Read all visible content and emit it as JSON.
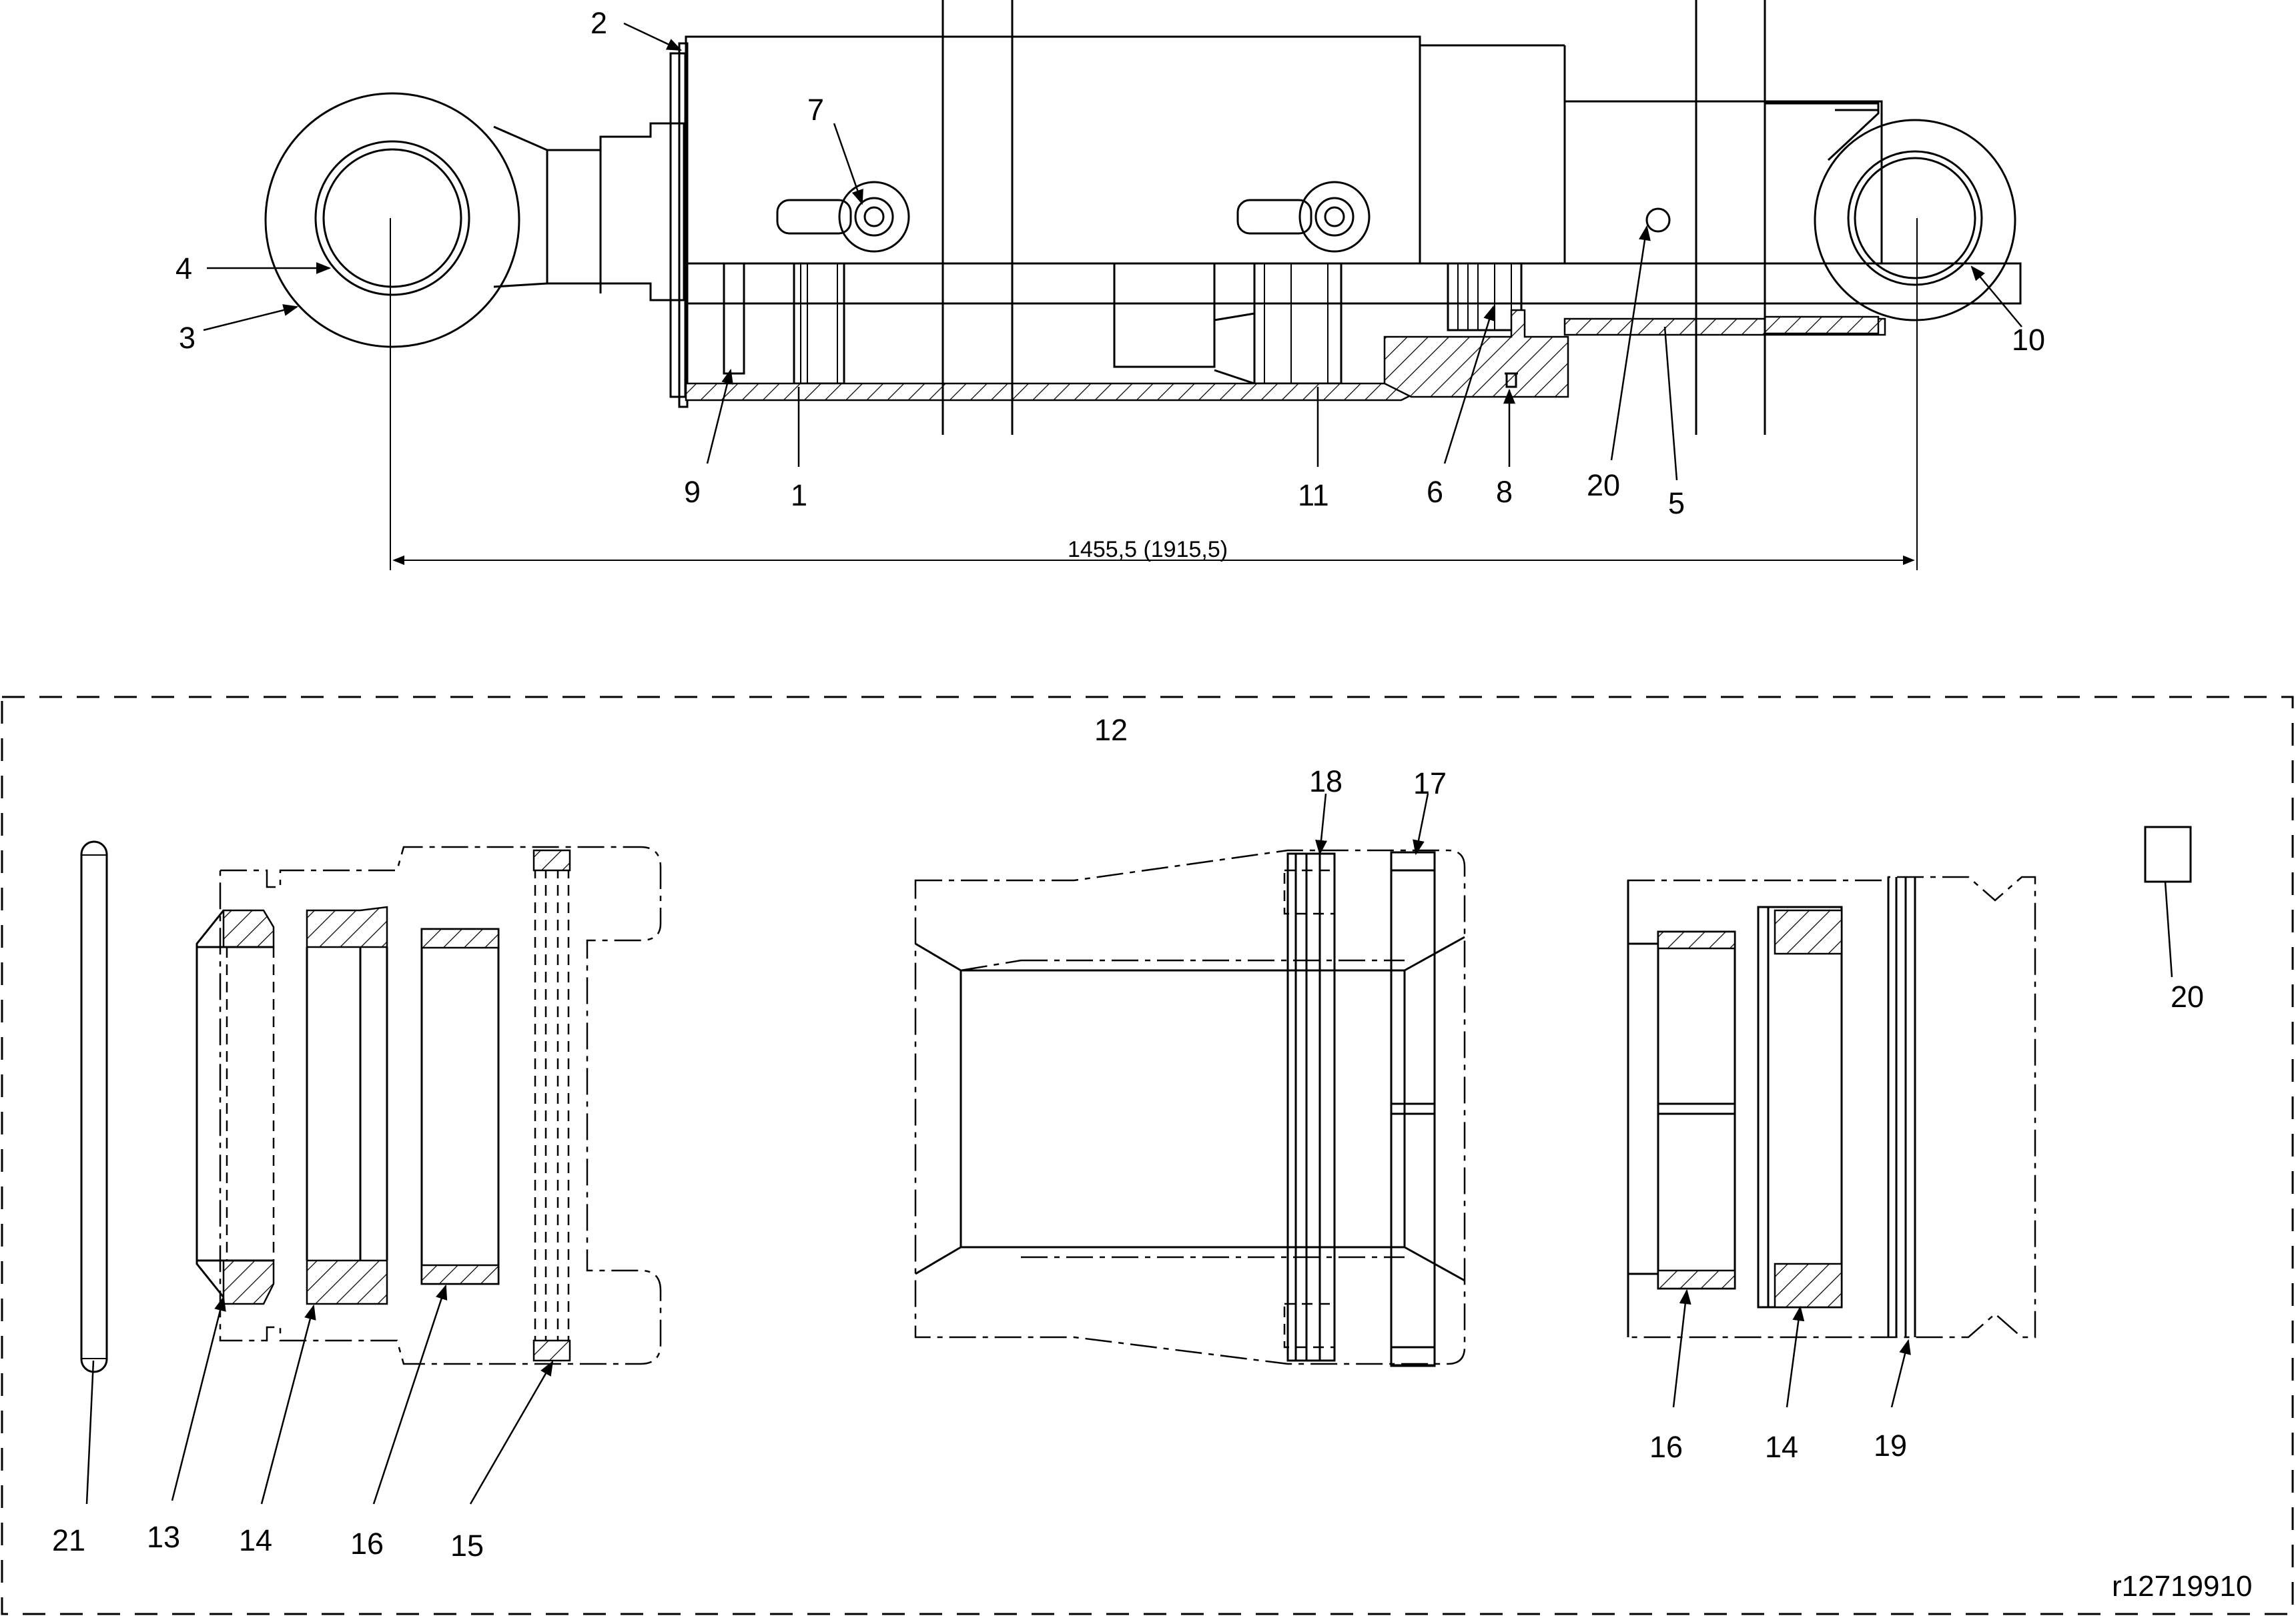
{
  "drawing": {
    "dimension_text": "1455,5 (1915,5)",
    "reference_id": "r12719910",
    "kit_label": "12",
    "callouts": [
      {
        "id": "c2",
        "text": "2"
      },
      {
        "id": "c7",
        "text": "7"
      },
      {
        "id": "c4",
        "text": "4"
      },
      {
        "id": "c3",
        "text": "3"
      },
      {
        "id": "c10",
        "text": "10"
      },
      {
        "id": "c9",
        "text": "9"
      },
      {
        "id": "c1",
        "text": "1"
      },
      {
        "id": "c11",
        "text": "11"
      },
      {
        "id": "c6",
        "text": "6"
      },
      {
        "id": "c8",
        "text": "8"
      },
      {
        "id": "c20a",
        "text": "20"
      },
      {
        "id": "c5",
        "text": "5"
      },
      {
        "id": "c18",
        "text": "18"
      },
      {
        "id": "c17",
        "text": "17"
      },
      {
        "id": "c20b",
        "text": "20"
      },
      {
        "id": "c21",
        "text": "21"
      },
      {
        "id": "c13",
        "text": "13"
      },
      {
        "id": "c14a",
        "text": "14"
      },
      {
        "id": "c16a",
        "text": "16"
      },
      {
        "id": "c15",
        "text": "15"
      },
      {
        "id": "c16b",
        "text": "16"
      },
      {
        "id": "c14b",
        "text": "14"
      },
      {
        "id": "c19",
        "text": "19"
      }
    ]
  }
}
